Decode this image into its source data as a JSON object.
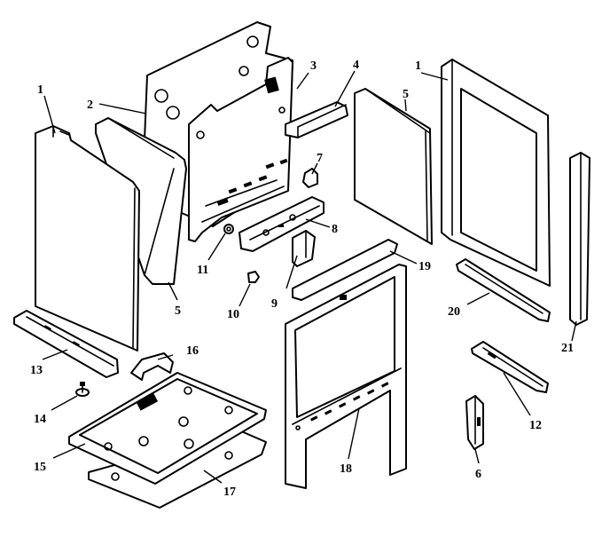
{
  "callouts": [
    {
      "id": "c1a",
      "text": "1"
    },
    {
      "id": "c1b",
      "text": "1"
    },
    {
      "id": "c2",
      "text": "2"
    },
    {
      "id": "c3",
      "text": "3"
    },
    {
      "id": "c4",
      "text": "4"
    },
    {
      "id": "c5a",
      "text": "5"
    },
    {
      "id": "c5b",
      "text": "5"
    },
    {
      "id": "c6",
      "text": "6"
    },
    {
      "id": "c7",
      "text": "7"
    },
    {
      "id": "c8",
      "text": "8"
    },
    {
      "id": "c9",
      "text": "9"
    },
    {
      "id": "c10",
      "text": "10"
    },
    {
      "id": "c11",
      "text": "11"
    },
    {
      "id": "c12",
      "text": "12"
    },
    {
      "id": "c13",
      "text": "13"
    },
    {
      "id": "c14",
      "text": "14"
    },
    {
      "id": "c15",
      "text": "15"
    },
    {
      "id": "c16",
      "text": "16"
    },
    {
      "id": "c17",
      "text": "17"
    },
    {
      "id": "c18",
      "text": "18"
    },
    {
      "id": "c19",
      "text": "19"
    },
    {
      "id": "c20",
      "text": "20"
    },
    {
      "id": "c21",
      "text": "21"
    }
  ]
}
